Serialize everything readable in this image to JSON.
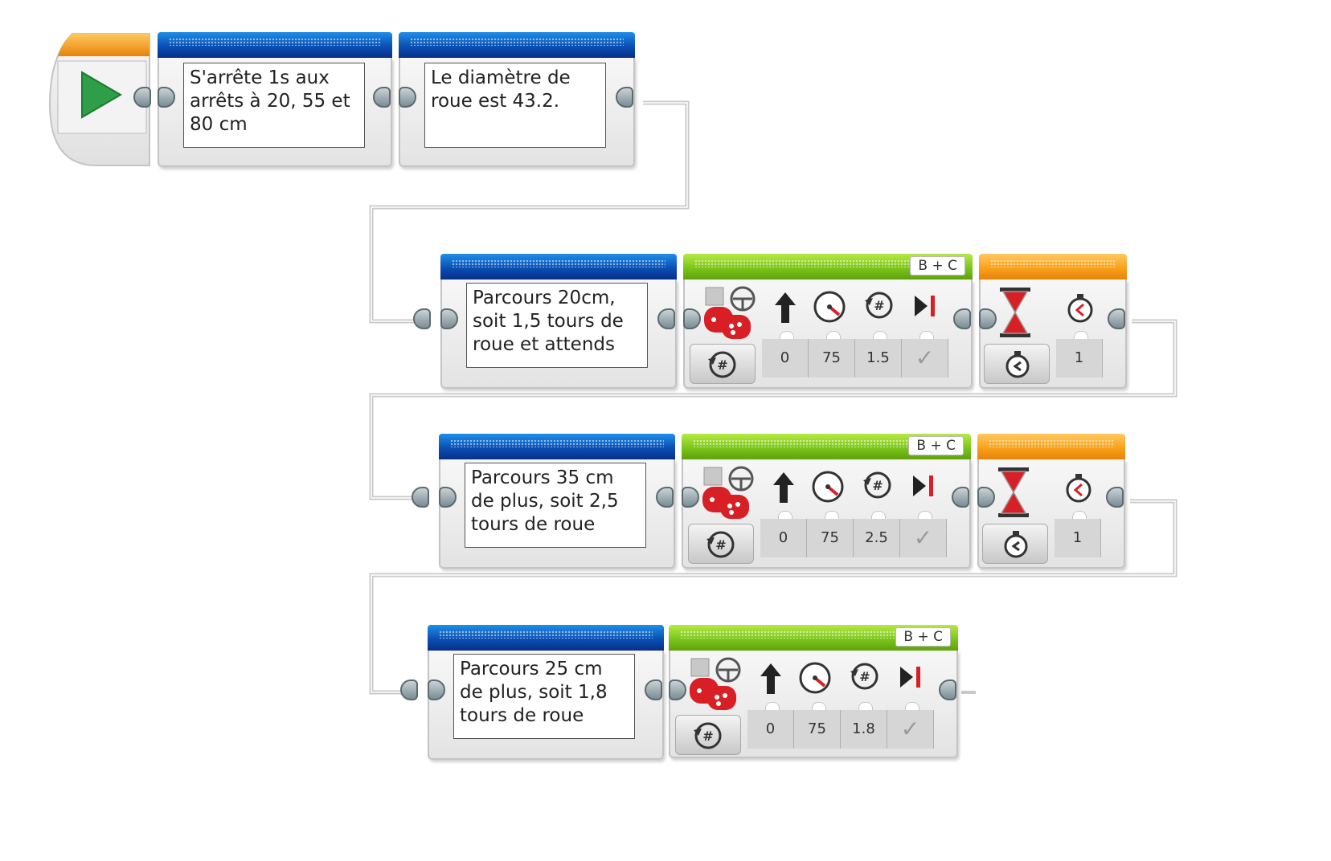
{
  "start": {
    "icon": "play-icon"
  },
  "comments": {
    "c1": "S'arrête 1s aux\narrêts à 20, 55 et\n80 cm",
    "c2": "Le diamètre de\nroue est 43.2.",
    "c3": "Parcours 20cm,\nsoit 1,5 tours de\nroue et attends",
    "c4": "Parcours 35 cm\nde plus, soit 2,5\ntours de roue",
    "c5": "Parcours 25 cm\nde plus, soit 1,8\ntours de roue"
  },
  "moves": [
    {
      "ports": "B + C",
      "steering": "0",
      "power": "75",
      "rotations": "1.5"
    },
    {
      "ports": "B + C",
      "steering": "0",
      "power": "75",
      "rotations": "2.5"
    },
    {
      "ports": "B + C",
      "steering": "0",
      "power": "75",
      "rotations": "1.8"
    }
  ],
  "waits": [
    {
      "seconds": "1"
    },
    {
      "seconds": "1"
    }
  ],
  "colors": {
    "comment": "#0a4fb3",
    "move": "#7cc61a",
    "flow": "#f9a21a",
    "wire": "#c8c8c8"
  }
}
